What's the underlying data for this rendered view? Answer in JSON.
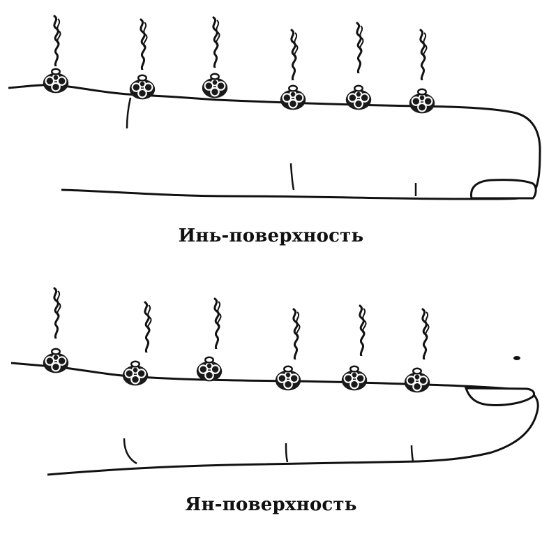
{
  "panels": [
    {
      "id": "yin",
      "caption": "Инь-поверхность",
      "moxa_count": 6,
      "joint_creases": 3
    },
    {
      "id": "yang",
      "caption": "Ян-поверхность",
      "moxa_count": 6,
      "joint_creases": 3
    }
  ],
  "colors": {
    "ink": "#111111",
    "background": "#ffffff"
  },
  "icons": {
    "moxa_cone": "moxa-cone-icon",
    "smoke": "smoke-wisp-icon"
  }
}
